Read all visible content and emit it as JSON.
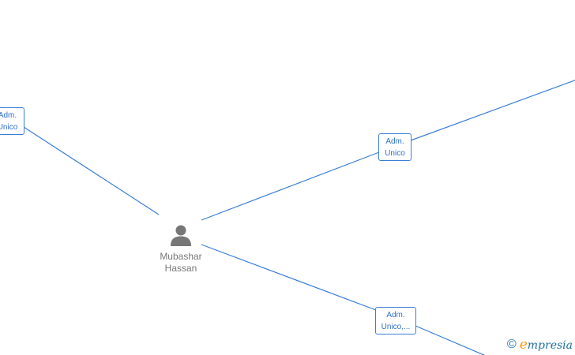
{
  "person": {
    "name_line1": "Mubashar",
    "name_line2": "Hassan",
    "icon": "person-icon"
  },
  "roles": {
    "left": {
      "line1": "Adm.",
      "line2": "Unico"
    },
    "upper_right": {
      "line1": "Adm.",
      "line2": "Unico"
    },
    "lower_right": {
      "line1": "Adm.",
      "line2": "Unico,..."
    }
  },
  "watermark": {
    "copyright": "©",
    "brand_initial": "e",
    "brand_rest": "mpresia"
  },
  "colors": {
    "edge": "#3a7fd5",
    "role_text": "#2f6fc9",
    "person_icon": "#777777",
    "brand": "#1e6fa0",
    "brand_accent": "#f39c12"
  }
}
